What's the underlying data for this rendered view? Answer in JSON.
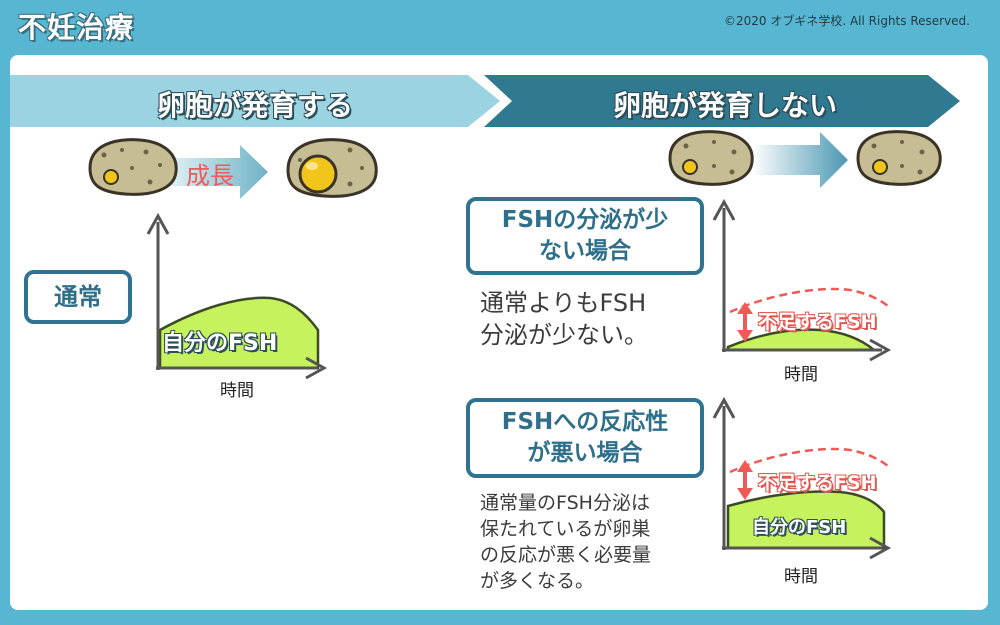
{
  "header": {
    "title": "不妊治療",
    "copyright": "©2020 オブギネ学校. All Rights Reserved."
  },
  "left": {
    "banner": "卵胞が発育する",
    "growth_label": "成長",
    "normal_label": "通常",
    "fsh_label": "自分のFSH",
    "time_label": "時間"
  },
  "right": {
    "banner": "卵胞が発育しない",
    "case1": {
      "title_line1": "FSHの分泌が少",
      "title_line2": "ない場合",
      "desc_line1": "通常よりもFSH",
      "desc_line2": "分泌が少ない。",
      "lack_label": "不足するFSH",
      "time_label": "時間"
    },
    "case2": {
      "title_line1": "FSHへの反応性",
      "title_line2": "が悪い場合",
      "desc_line1": "通常量のFSH分泌は",
      "desc_line2": "保たれているが卵巣",
      "desc_line3": "の反応が悪く必要量",
      "desc_line4": "が多くなる。",
      "lack_label": "不足するFSH",
      "fsh_label": "自分のFSH",
      "time_label": "時間"
    }
  },
  "colors": {
    "background": "#57b7d3",
    "banner_light": "#9bd3e2",
    "banner_dark": "#2f7a90",
    "fsh_fill": "#c6f25d",
    "deficit": "#ee5a56",
    "box_border": "#2f7390"
  }
}
